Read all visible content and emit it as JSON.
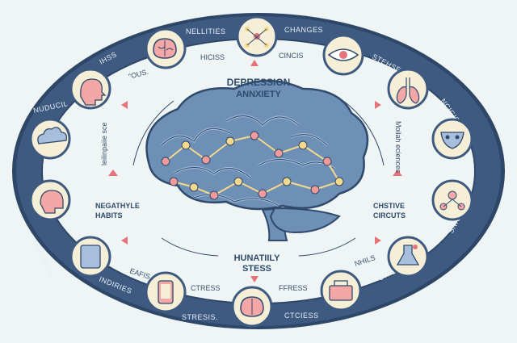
{
  "colors": {
    "background": "#eef5f4",
    "ring": "#3e5a80",
    "ring_edge": "#2e4768",
    "badge_fill": "#f6efd8",
    "badge_edge": "#3e5a80",
    "brain_fill": "#6e8fb6",
    "brain_light": "#a7bfdc",
    "brain_edge": "#2f4a6b",
    "node_pink": "#f29a9a",
    "node_yellow": "#f5d98a",
    "arrow_pink": "#e7737a",
    "accent_pink": "#f4a7a7"
  },
  "center": {
    "top_line1": "DEPRESSION",
    "top_line2": "ANNXIETY",
    "bottom_line1": "HUNATIILY",
    "bottom_line2": "STESS",
    "left_vertical": "leilinpaiie sce",
    "right_vertical": "Moilah eciences",
    "left_line1": "NEGATHYLE",
    "left_line2": "HABITS",
    "right_line1": "CHSTIVE",
    "right_line2": "CIRCUTS"
  },
  "ring_labels": {
    "t1": "NELLITIES",
    "t2": "CHANGES",
    "t3": "HICISS",
    "t4": "CINCIS",
    "t5": "STEHSE",
    "t6": "IHSS",
    "t7": "\"OUS.",
    "t8": "NUDUCIL",
    "t9": "NCIGISE",
    "t10": "SNICKEL",
    "t11": "GNRIDDIE",
    "t12": "EAFIS",
    "t13": "NHILS",
    "t14": "INDIRIES",
    "t15": "OHILLIES",
    "t16": "CTRESS",
    "t17": "FFRESS",
    "t18": "STRESIS.",
    "t19": "CTCIESS"
  },
  "icons": [
    "brain-icon",
    "network-icon",
    "eye-icon",
    "lungs-icon",
    "skull-icon",
    "molecule-icon",
    "flask-icon",
    "bag-icon",
    "mini-brain-icon",
    "phone-icon",
    "tablet-icon",
    "face-icon",
    "cloud-icon",
    "head-icon"
  ]
}
